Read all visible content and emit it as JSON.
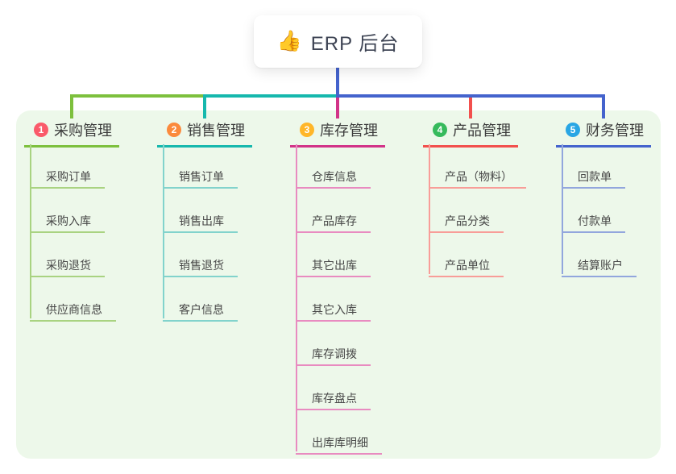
{
  "root": {
    "emoji": "👍",
    "icon": "thumbs-up-icon",
    "label": "ERP 后台"
  },
  "branches": [
    {
      "num": "1",
      "label": "采购管理",
      "badge_color": "#fa5a6a",
      "color": "#7dc03d",
      "light_color": "#a9d381",
      "children": [
        "采购订单",
        "采购入库",
        "采购退货",
        "供应商信息"
      ]
    },
    {
      "num": "2",
      "label": "销售管理",
      "badge_color": "#fb8a3c",
      "color": "#16b8ad",
      "light_color": "#82d3cc",
      "children": [
        "销售订单",
        "销售出库",
        "销售退货",
        "客户信息"
      ]
    },
    {
      "num": "3",
      "label": "库存管理",
      "badge_color": "#ffb629",
      "color": "#d23388",
      "light_color": "#e88bc0",
      "children": [
        "仓库信息",
        "产品库存",
        "其它出库",
        "其它入库",
        "库存调拨",
        "库存盘点",
        "出库库明细"
      ]
    },
    {
      "num": "4",
      "label": "产品管理",
      "badge_color": "#36ba5c",
      "color": "#f2504d",
      "light_color": "#f89d98",
      "children": [
        "产品（物料）",
        "产品分类",
        "产品单位"
      ]
    },
    {
      "num": "5",
      "label": "财务管理",
      "badge_color": "#29a6e4",
      "color": "#4463cd",
      "light_color": "#92a6dd",
      "children": [
        "回款单",
        "付款单",
        "结算账户"
      ]
    }
  ],
  "colors": {
    "canvas_bg": "#edf8ea",
    "trunk": "#4463cd",
    "root_text": "#3e4454",
    "topic_text": "#3c3c3c",
    "child_text": "#474747"
  }
}
